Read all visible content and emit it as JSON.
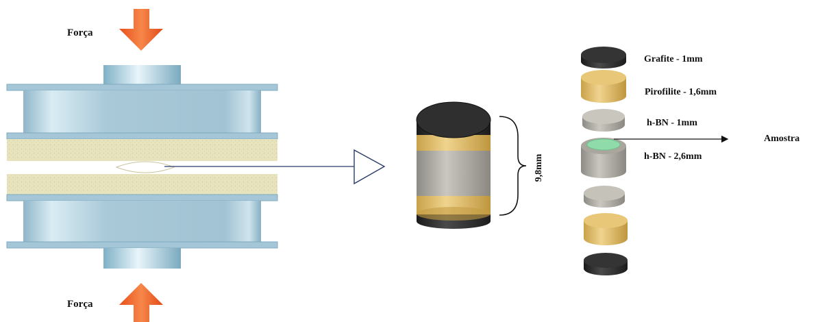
{
  "labels": {
    "force_top": "Força",
    "force_bottom": "Força",
    "height": "9,8mm",
    "sample": "Amostra"
  },
  "layers": [
    {
      "text": "Grafite - 1mm",
      "material": "grafite"
    },
    {
      "text": "Pirofilite - 1,6mm",
      "material": "pirofilite"
    },
    {
      "text": "h-BN - 1mm",
      "material": "hbn"
    },
    {
      "text": "h-BN - 2,6mm",
      "material": "hbn-sample"
    }
  ],
  "colors": {
    "force_arrow": "#f05a22",
    "plate": "#a9c9d8",
    "plate_edge": "#7ea9c0",
    "gasket": "#e3e0b7",
    "graphite": "#2c2c2c",
    "pyrophyllite": "#dcb65e",
    "hbn": "#b8b5a8",
    "sample": "#8fdcaa"
  }
}
